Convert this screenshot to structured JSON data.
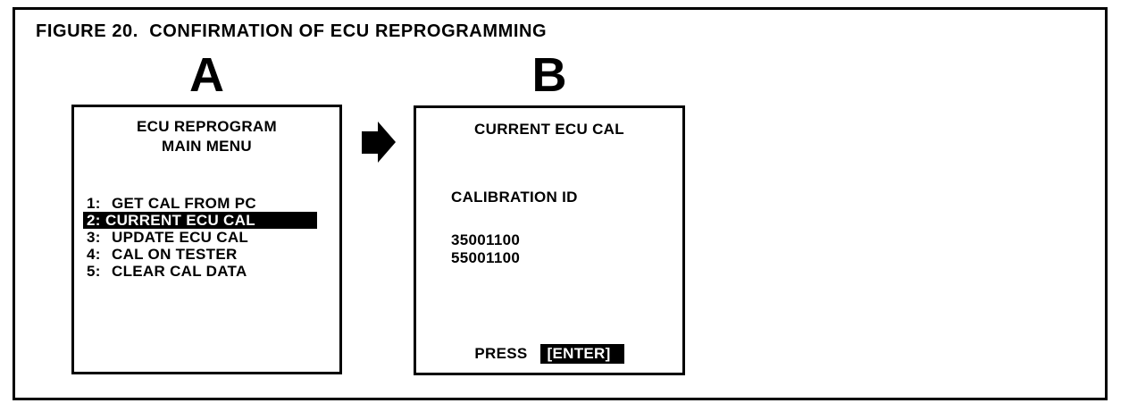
{
  "figure": {
    "title": "FIGURE 20.  CONFIRMATION OF ECU REPROGRAMMING"
  },
  "colors": {
    "foreground": "#000000",
    "background": "#ffffff",
    "highlight_bg": "#000000",
    "highlight_text": "#ffffff"
  },
  "panel_a": {
    "label": "A",
    "screen_title_line1": "ECU REPROGRAM",
    "screen_title_line2": "MAIN MENU",
    "menu_items": [
      {
        "number": "1:",
        "label": "GET CAL FROM PC",
        "highlighted": false
      },
      {
        "number": "2:",
        "label": "CURRENT ECU CAL",
        "highlighted": true
      },
      {
        "number": "3:",
        "label": "UPDATE ECU CAL",
        "highlighted": false
      },
      {
        "number": "4:",
        "label": "CAL ON TESTER",
        "highlighted": false
      },
      {
        "number": "5:",
        "label": "CLEAR CAL DATA",
        "highlighted": false
      }
    ]
  },
  "arrow": {
    "icon": "right-arrow"
  },
  "panel_b": {
    "label": "B",
    "screen_title": "CURRENT ECU CAL",
    "section_label": "CALIBRATION ID",
    "calibration_ids": [
      "35001100",
      "55001100"
    ],
    "footer": {
      "prefix": "PRESS",
      "key_label": "[ENTER]"
    }
  }
}
